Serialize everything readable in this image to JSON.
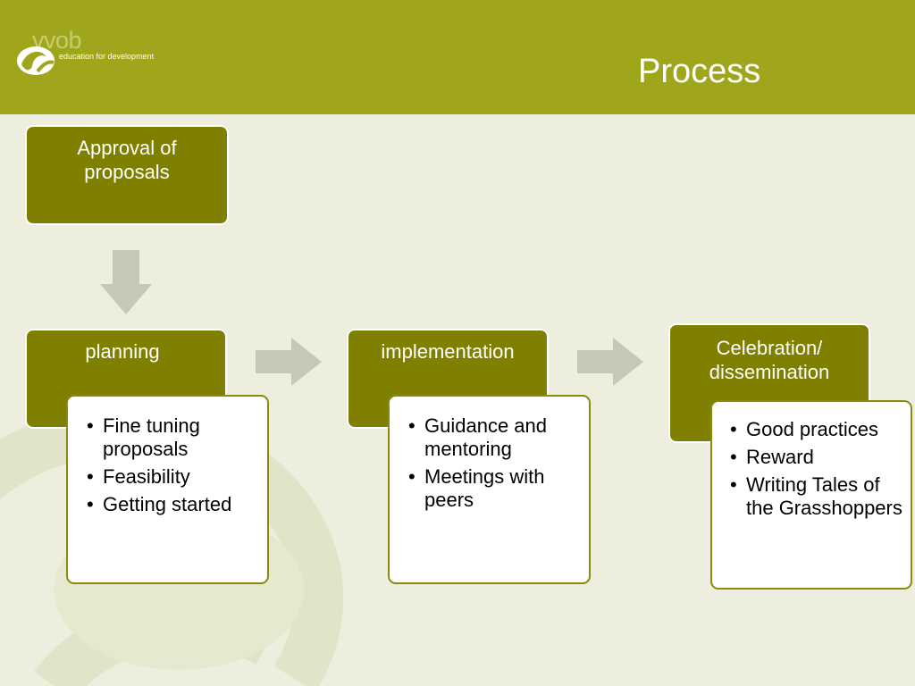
{
  "header": {
    "title": "Process",
    "logo": {
      "word": "vvob",
      "tagline": "education for development"
    }
  },
  "stages": [
    {
      "title": "Approval of proposals",
      "bullets": []
    },
    {
      "title": "planning",
      "bullets": [
        "Fine tuning proposals",
        "Feasibility",
        "Getting started"
      ]
    },
    {
      "title": "implementation",
      "bullets": [
        "Guidance and mentoring",
        "Meetings with peers"
      ]
    },
    {
      "title": "Celebration/ dissemination",
      "bullets": [
        "Good practices",
        "Reward",
        "Writing Tales of the Grasshoppers"
      ]
    }
  ],
  "bullet_symbol": "•",
  "colors": {
    "header": "#9fa61c",
    "background": "#edeedd",
    "stage_box": "#808000",
    "arrow": "#c6c8b7",
    "detail_border": "#8a8a10"
  }
}
